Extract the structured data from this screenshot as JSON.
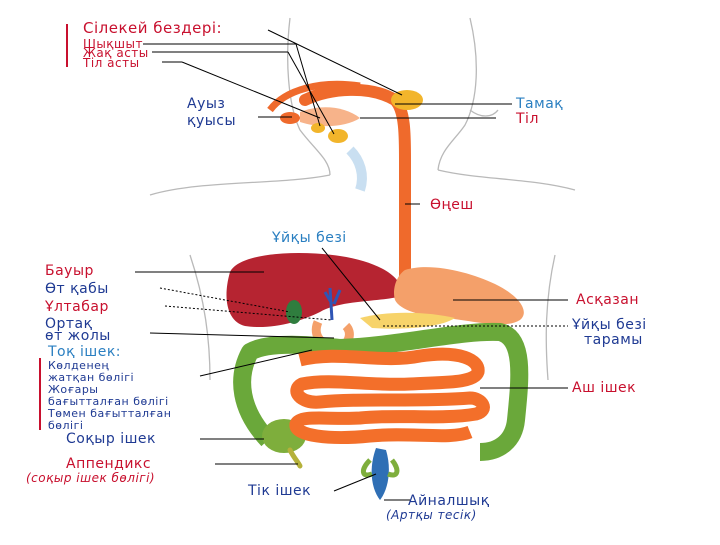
{
  "colors": {
    "label_red": "#c8102e",
    "label_blue": "#1f3a93",
    "label_cyan": "#2a7fc1",
    "esophagus": "#ef6a2c",
    "liver": "#b62431",
    "stomach": "#f4a06a",
    "small_intestine": "#f36f2a",
    "large_intestine": "#6aa83a",
    "gland_yellow": "#f2b52b",
    "tongue": "#f7b38a",
    "gallbladder": "#2f7d3e",
    "rectum": "#2f6fb5"
  },
  "labels": {
    "salivary_title": "Сілекей бездері:",
    "salivary_1": "Шықшыт",
    "salivary_2": "Жақ асты",
    "salivary_3": "Тіл асты",
    "mouth_1": "Ауыз",
    "mouth_2": "қуысы",
    "pharynx": "Тамақ",
    "tongue": "Тіл",
    "esophagus": "Өңеш",
    "pancreas": "Ұйқы безі",
    "liver": "Бауыр",
    "gallbladder": "Өт қабы",
    "duodenum": "Ұлтабар",
    "bile_duct_1": "Ортақ",
    "bile_duct_2": "өт жолы",
    "stomach": "Асқазан",
    "pancreatic_duct_1": "Ұйқы безі",
    "pancreatic_duct_2": "тарамы",
    "colon_title": "Тоқ ішек:",
    "colon_1a": "Көлденең",
    "colon_1b": "жатқан бөлігі",
    "colon_2a": "Жоғары",
    "colon_2b": "бағытталған бөлігі",
    "colon_3a": "Төмен бағытталған",
    "colon_3b": "бөлігі",
    "small_intestine": "Аш ішек",
    "cecum": "Соқыр ішек",
    "appendix": "Аппендикс",
    "appendix_note": "(соқыр ішек бөлігі)",
    "rectum": "Тік ішек",
    "anus": "Айналшық",
    "anus_note": "(Артқы тесік)"
  }
}
